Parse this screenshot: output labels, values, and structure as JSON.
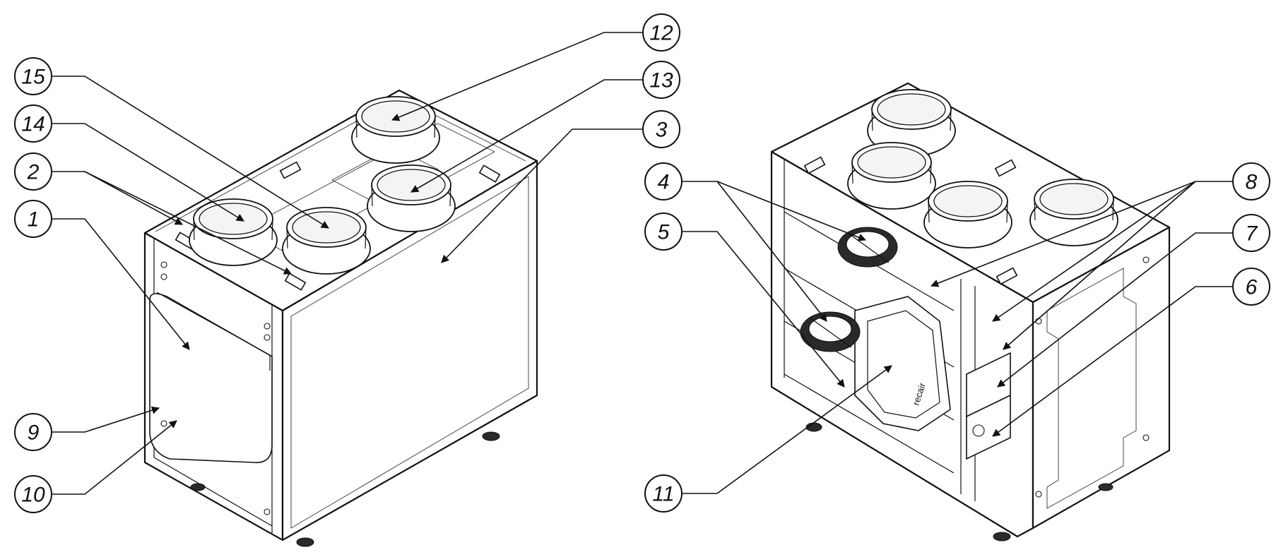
{
  "diagram": {
    "brand_logo": "recair",
    "callouts": [
      {
        "id": "c1",
        "label": "1"
      },
      {
        "id": "c2",
        "label": "2"
      },
      {
        "id": "c3",
        "label": "3"
      },
      {
        "id": "c4",
        "label": "4"
      },
      {
        "id": "c5",
        "label": "5"
      },
      {
        "id": "c6",
        "label": "6"
      },
      {
        "id": "c7",
        "label": "7"
      },
      {
        "id": "c8",
        "label": "8"
      },
      {
        "id": "c9",
        "label": "9"
      },
      {
        "id": "c10",
        "label": "10"
      },
      {
        "id": "c11",
        "label": "11"
      },
      {
        "id": "c12",
        "label": "12"
      },
      {
        "id": "c13",
        "label": "13"
      },
      {
        "id": "c14",
        "label": "14"
      },
      {
        "id": "c15",
        "label": "15"
      }
    ]
  }
}
